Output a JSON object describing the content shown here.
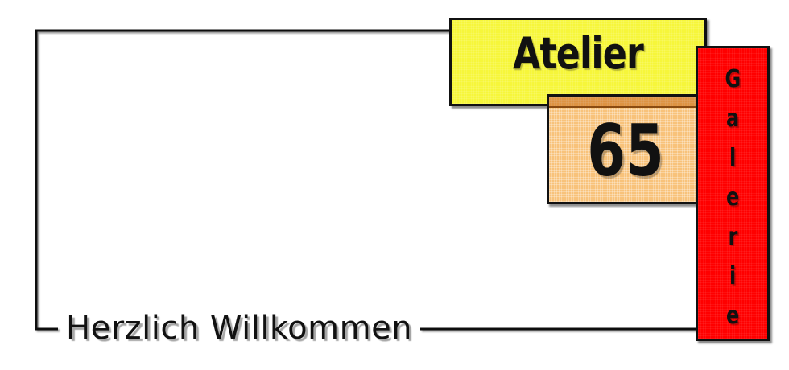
{
  "logo": {
    "atelier_text": "Atelier",
    "number_text": "65",
    "galerie_letters": [
      "G",
      "a",
      "l",
      "e",
      "r",
      "i",
      "e"
    ],
    "colors": {
      "atelier_box": "#f6f63a",
      "number_box": "#f8c27a",
      "galerie_box": "#ff0000",
      "outline": "#111111"
    }
  },
  "welcome": {
    "text": "Herzlich Willkommen"
  }
}
